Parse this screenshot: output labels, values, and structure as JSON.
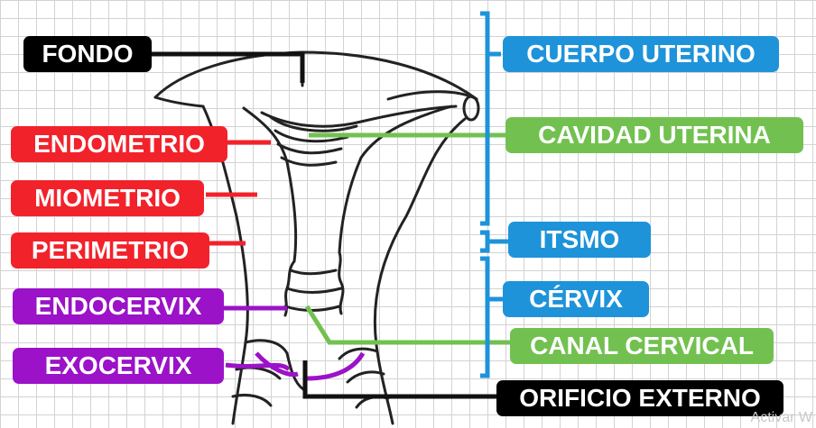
{
  "labels": {
    "fondo": "FONDO",
    "endometrio": "ENDOMETRIO",
    "miometrio": "MIOMETRIO",
    "perimetrio": "PERIMETRIO",
    "endocervix": "ENDOCERVIX",
    "exocervix": "EXOCERVIX",
    "cuerpo_uterino": "CUERPO UTERINO",
    "cavidad_uterina": "CAVIDAD UTERINA",
    "itsmo": "ITSMO",
    "cervix": "CÉRVIX",
    "canal_cervical": "CANAL CERVICAL",
    "orificio_externo": "ORIFICIO EXTERNO"
  },
  "watermark": "Activar W",
  "colors": {
    "black": "#000000",
    "red": "#f2222b",
    "purple": "#9b12c8",
    "blue": "#1e93d9",
    "green": "#72c150",
    "grid": "#d3d3d3"
  }
}
